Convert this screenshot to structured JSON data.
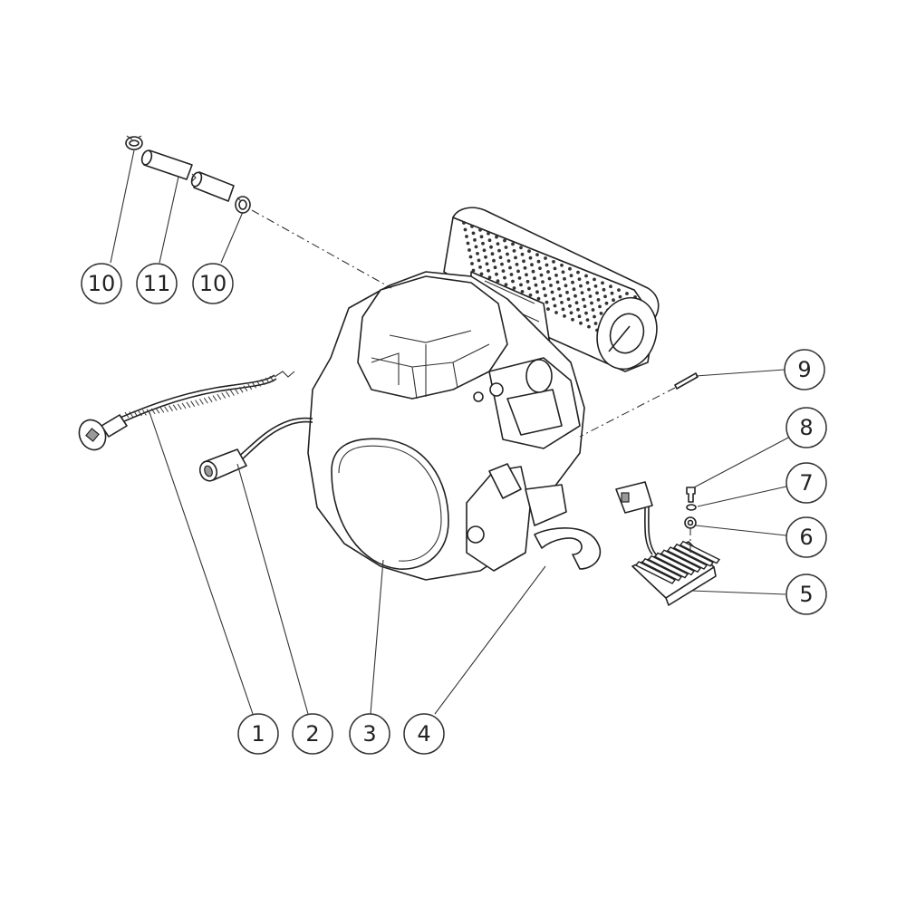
{
  "callouts": [
    {
      "id": "c1",
      "label": "1"
    },
    {
      "id": "c2",
      "label": "2"
    },
    {
      "id": "c3",
      "label": "3"
    },
    {
      "id": "c4",
      "label": "4"
    },
    {
      "id": "c5",
      "label": "5"
    },
    {
      "id": "c6",
      "label": "6"
    },
    {
      "id": "c7",
      "label": "7"
    },
    {
      "id": "c8",
      "label": "8"
    },
    {
      "id": "c9",
      "label": "9"
    },
    {
      "id": "c10a",
      "label": "10"
    },
    {
      "id": "c11",
      "label": "11"
    },
    {
      "id": "c10b",
      "label": "10"
    }
  ]
}
